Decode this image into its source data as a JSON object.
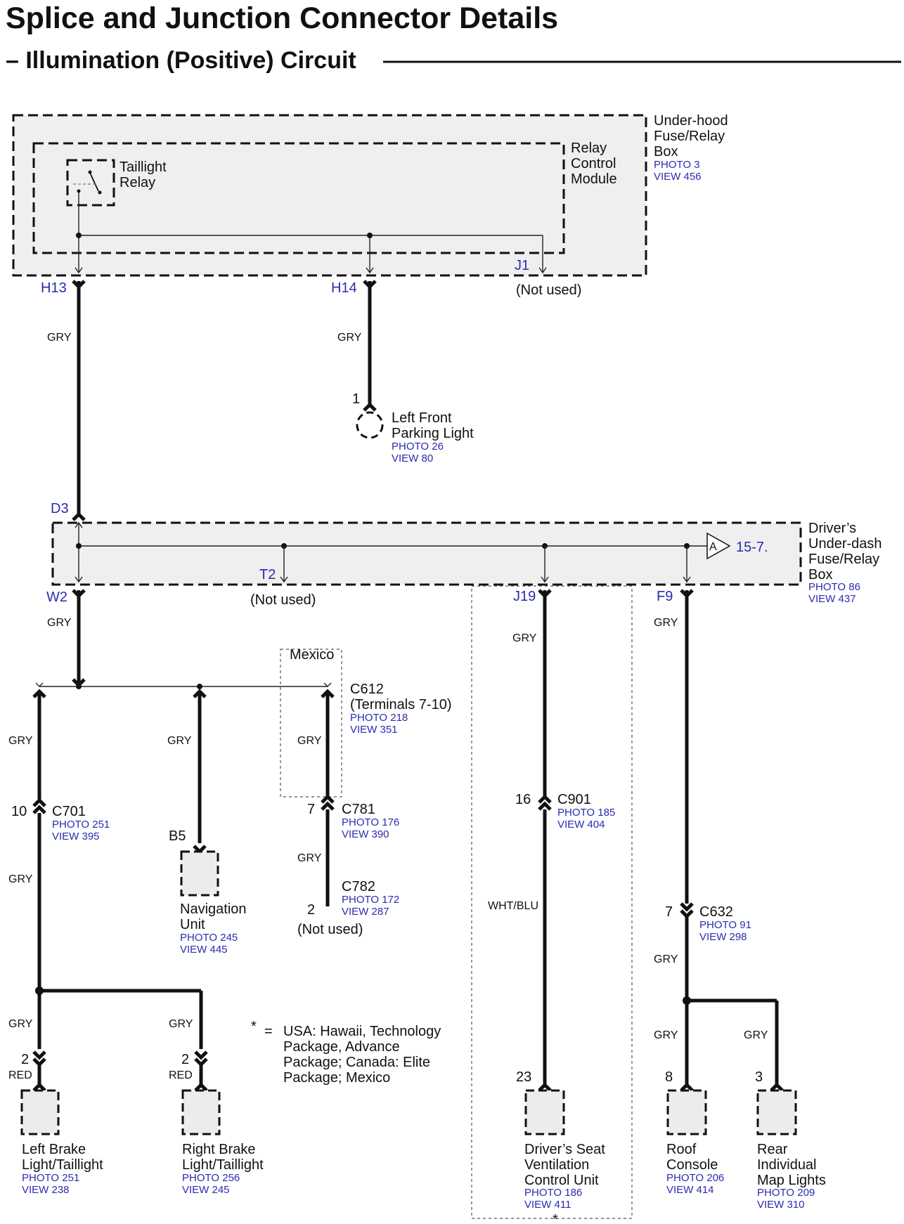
{
  "title": "Splice and Junction Connector Details",
  "subtitle": "– Illumination (Positive) Circuit",
  "underhood": {
    "name1": "Under-hood",
    "name2": "Fuse/Relay",
    "name3": "Box",
    "photo": "PHOTO 3",
    "view": "VIEW 456"
  },
  "rcm": {
    "name1": "Relay",
    "name2": "Control",
    "name3": "Module"
  },
  "relay": {
    "name1": "Taillight",
    "name2": "Relay"
  },
  "h13": "H13",
  "h14": "H14",
  "j1": "J1",
  "j1_note": "(Not used)",
  "wire_gry": "GRY",
  "wire_red": "RED",
  "wire_whtblu": "WHT/BLU",
  "lfpl": {
    "pin": "1",
    "name1": "Left Front",
    "name2": "Parking Light",
    "photo": "PHOTO 26",
    "view": "VIEW 80"
  },
  "d3": "D3",
  "driver_box": {
    "name1": "Driver’s",
    "name2": "Under-dash",
    "name3": "Fuse/Relay",
    "name4": "Box",
    "photo": "PHOTO 86",
    "view": "VIEW 437"
  },
  "ref_a": "A",
  "ref_page": "15-7.",
  "w2": "W2",
  "t2": "T2",
  "t2_note": "(Not used)",
  "j19": "J19",
  "f9": "F9",
  "mexico": "Mexico",
  "c612": {
    "name": "C612",
    "detail": "(Terminals 7-10)",
    "photo": "PHOTO 218",
    "view": "VIEW 351"
  },
  "c701": {
    "pin": "10",
    "name": "C701",
    "photo": "PHOTO 251",
    "view": "VIEW 395"
  },
  "nav": {
    "pin": "B5",
    "name1": "Navigation",
    "name2": "Unit",
    "photo": "PHOTO 245",
    "view": "VIEW 445"
  },
  "c781": {
    "pin": "7",
    "name": "C781",
    "photo": "PHOTO 176",
    "view": "VIEW 390"
  },
  "c782": {
    "pin": "2",
    "name": "C782",
    "photo": "PHOTO 172",
    "view": "VIEW 287",
    "note": "(Not used)"
  },
  "c901": {
    "pin": "16",
    "name": "C901",
    "photo": "PHOTO 185",
    "view": "VIEW 404"
  },
  "c632": {
    "pin": "7",
    "name": "C632",
    "photo": "PHOTO 91",
    "view": "VIEW 298"
  },
  "footnote": {
    "star": "*",
    "eq": "=",
    "line1": "USA: Hawaii, Technology",
    "line2": "Package, Advance",
    "line3": "Package; Canada: Elite",
    "line4": "Package; Mexico"
  },
  "lbt": {
    "pin": "2",
    "name1": "Left Brake",
    "name2": "Light/Taillight",
    "photo": "PHOTO 251",
    "view": "VIEW 238"
  },
  "rbt": {
    "pin": "2",
    "name1": "Right Brake",
    "name2": "Light/Taillight",
    "photo": "PHOTO 256",
    "view": "VIEW 245"
  },
  "dsv": {
    "pin": "23",
    "name1": "Driver’s Seat",
    "name2": "Ventilation",
    "name3": "Control Unit",
    "photo": "PHOTO 186",
    "view": "VIEW 411",
    "star": "*"
  },
  "roof": {
    "pin": "8",
    "name1": "Roof",
    "name2": "Console",
    "photo": "PHOTO 206",
    "view": "VIEW 414"
  },
  "rear": {
    "pin": "3",
    "name1": "Rear",
    "name2": "Individual",
    "name3": "Map Lights",
    "photo": "PHOTO 209",
    "view": "VIEW 310"
  }
}
